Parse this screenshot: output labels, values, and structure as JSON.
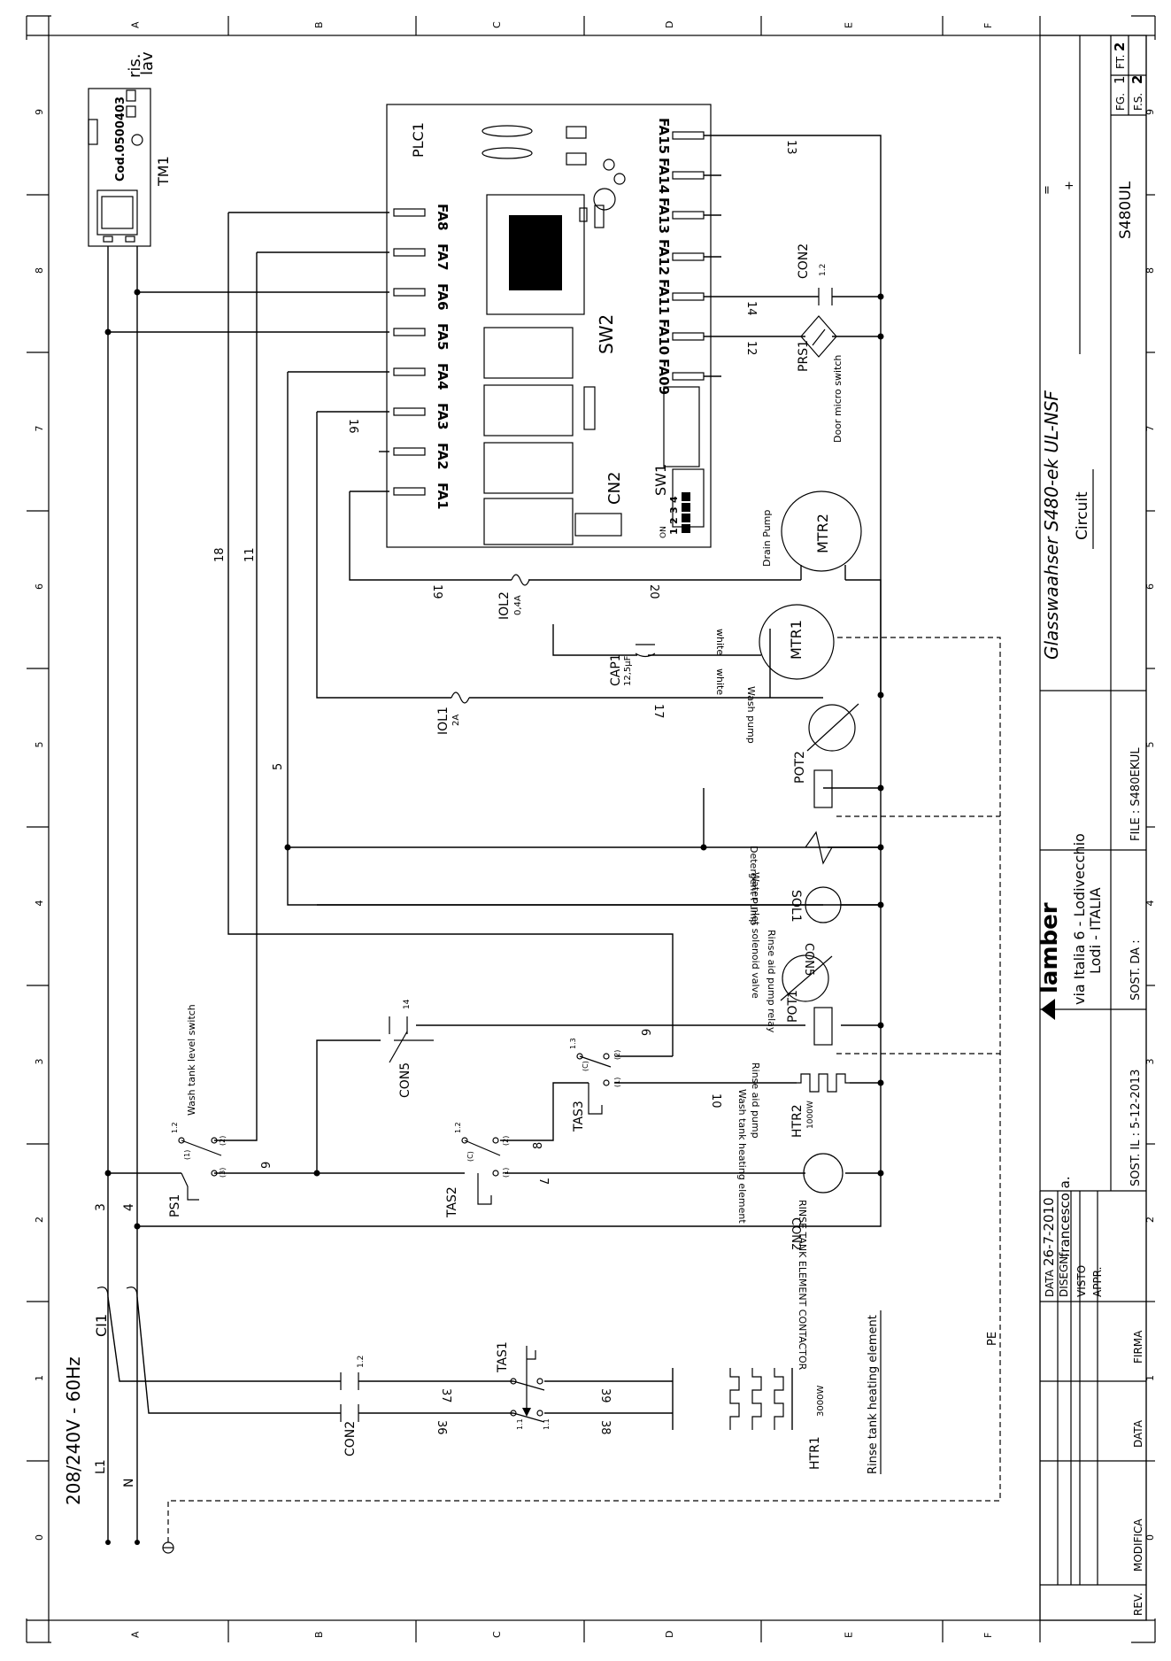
{
  "border": {
    "cols": [
      "A",
      "B",
      "C",
      "D",
      "E",
      "F"
    ],
    "rows": [
      "9",
      "8",
      "7",
      "6",
      "5",
      "4",
      "3",
      "2",
      "1",
      "0"
    ]
  },
  "title_block": {
    "company": "lamber",
    "address1": "via Italia 6 - Lodivecchio",
    "address2": "Lodi - ITALIA",
    "title": "Glasswaahser S480-ek UL-NSF",
    "subtitle": "Circuit",
    "code": "S480UL",
    "marks": [
      "=",
      "+"
    ],
    "fg_label": "FG.",
    "fg_value": "1",
    "ft_label": "FT.",
    "ft_value": "2",
    "fs_label": "F.S.",
    "fs_value": "2",
    "file": "FILE : S480EKUL",
    "sost_il": "SOST. IL : 5-12-2013",
    "sost_da": "SOST. DA :",
    "data_label": "DATA",
    "data_value": "26-7-2010",
    "disegn_label": "DISEGN.",
    "disegn_value": "francesco a.",
    "visto_label": "VISTO",
    "appr_label": "APPR.",
    "rev_label": "REV.",
    "modifica_label": "MODIFICA",
    "data2_label": "DATA",
    "firma_label": "FIRMA"
  },
  "plc": {
    "name": "PLC1",
    "sw2": "SW2",
    "cn2": "CN2",
    "sw1": "SW1",
    "sw1_nums": [
      "1",
      "2",
      "3",
      "4"
    ],
    "sw1_on": "ON",
    "left_terminals": [
      "FA8",
      "FA7",
      "FA6",
      "FA5",
      "FA4",
      "FA3",
      "FA2",
      "FA1"
    ],
    "right_terminals": [
      "FA15",
      "FA14",
      "FA13",
      "FA12",
      "FA11",
      "FA10",
      "FA09"
    ]
  },
  "timer": {
    "name": "TM1",
    "code": "Cod.0500403",
    "ris": "ris.",
    "lav": "lav"
  },
  "supply": {
    "voltage": "208/240V - 60Hz",
    "l1": "L1",
    "n": "N",
    "breaker": "CI1",
    "w3": "3",
    "w4": "4"
  },
  "components": {
    "mtr2": "MTR2",
    "drain_pump": "Drain Pump",
    "mtr1": "MTR1",
    "wash_pump": "Wash pump",
    "white1": "white",
    "white2": "white",
    "cap1": "CAP1",
    "cap1_value": "12,5µF",
    "iol1": "IOL1",
    "iol1_value": "2A",
    "iol2": "IOL2",
    "iol2_value": "0,4A",
    "pot2": "POT2",
    "detergent_pump": "Detergent Pump",
    "sol1": "SOL1",
    "sol1_desc": "Water inlet solenoid valve",
    "con5_coil": "CON5",
    "con5_coil_desc": "Rinse aid pump relay",
    "pot1": "POT1",
    "rinse_aid_pump": "Rinse aid pump",
    "con5": "CON5",
    "con5_contact": "14",
    "htr2": "HTR2",
    "htr2_value": "1000W",
    "htr2_desc": "Wash tank heating element",
    "tas3": "TAS3",
    "tas2": "TAS2",
    "tas1": "TAS1",
    "ps1": "PS1",
    "ps1_desc": "Wash tank level switch",
    "con2_coil": "CON2",
    "con2_coil_desc": "RINSE TANK ELEMENT CONTACTOR",
    "prs1": "PRS1",
    "prs1_desc": "Door micro switch",
    "con2_top": "CON2",
    "con2_top_contact": "1.2",
    "con2_bot": "CON2",
    "con2_bot_contact": "1.2",
    "htr1": "HTR1",
    "htr1_value": "3000W",
    "htr1_desc": "Rinse tank heating element",
    "pe": "PE"
  },
  "wire_numbers": {
    "w13": "13",
    "w14": "14",
    "w12": "12",
    "w16": "16",
    "w19": "19",
    "w20": "20",
    "w17": "17",
    "w18": "18",
    "w11": "11",
    "w5": "5",
    "w9a": "9",
    "w9b": "9",
    "w10": "10",
    "w7": "7",
    "w8": "8",
    "w37": "37",
    "w36": "36",
    "w39": "39",
    "w38": "38"
  },
  "contact_marks": {
    "ps1_12": "1.2",
    "ps1_1": "(1)",
    "ps1_2": "(2)",
    "ps1_3": "(3)",
    "tas2_12": "1.2",
    "tas2_c": "(C)",
    "tas2_1": "(1)",
    "tas2_2": "(2)",
    "tas3_13": "1.3",
    "tas3_c": "(C)",
    "tas3_1": "(1)",
    "tas3_2": "(2)",
    "tas1_11a": "1.1",
    "tas1_11b": "1.1"
  }
}
